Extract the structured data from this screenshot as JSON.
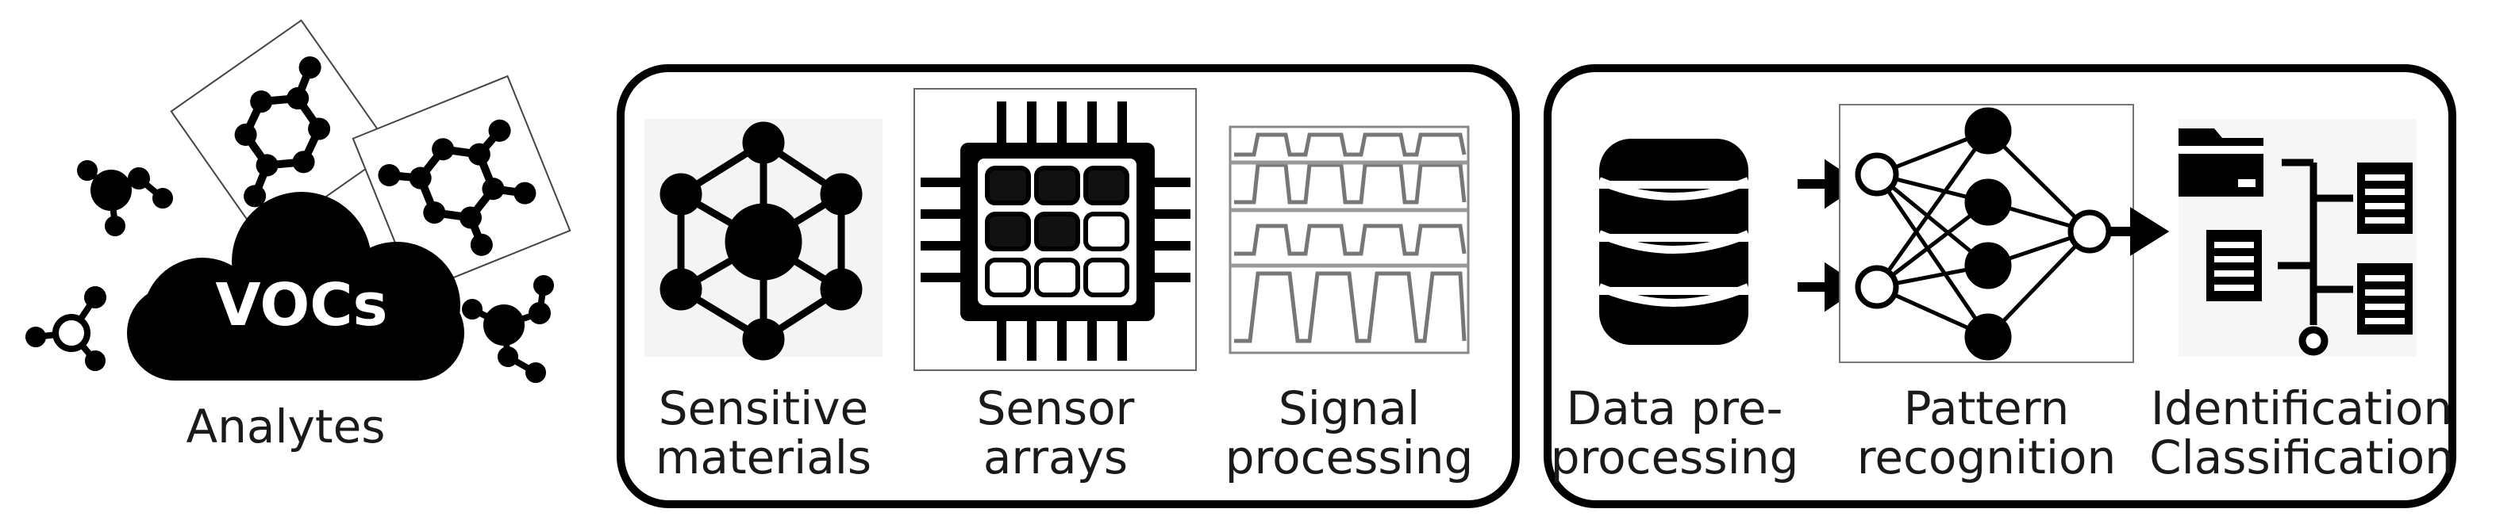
{
  "cloud": {
    "title": "VOCs",
    "caption": "Analytes"
  },
  "hardware": {
    "items": [
      {
        "line1": "Sensitive",
        "line2": "materials"
      },
      {
        "line1": "Sensor",
        "line2": "arrays"
      },
      {
        "line1": "Signal",
        "line2": "processing"
      }
    ]
  },
  "software": {
    "items": [
      {
        "line1": "Data pre-",
        "line2": "processing"
      },
      {
        "line1": "Pattern",
        "line2": "recognition"
      },
      {
        "line1": "Identification",
        "line2": "Classification"
      }
    ]
  },
  "icons": {
    "molecule": "molecule-icon",
    "cloud": "cloud-icon",
    "network": "molecular-network-icon",
    "chip": "sensor-chip-icon",
    "signal": "signal-waveform-icon",
    "database": "database-icon",
    "neural": "neural-network-icon",
    "tree": "classification-tree-icon"
  },
  "colors": {
    "ink": "#000000",
    "text": "#1a1a1a",
    "paper": "#ffffff"
  }
}
